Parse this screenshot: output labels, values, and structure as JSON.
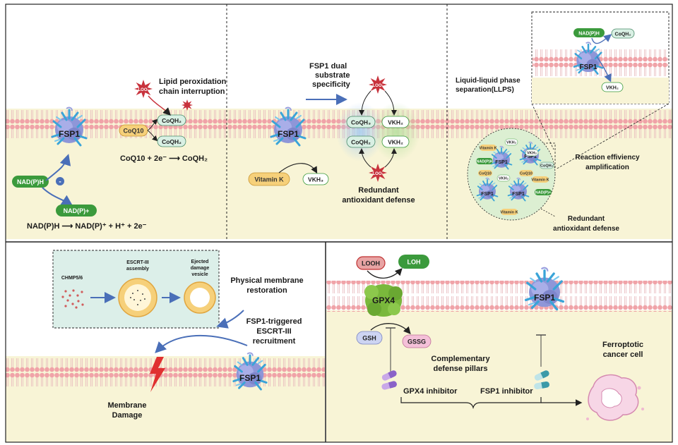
{
  "colors": {
    "membrane_head": "#f0a3a8",
    "cytoplasm": "#f8f4d6",
    "green_pill": "#3b9a3c",
    "coq_pill": "#d9f0e4",
    "orange_pill": "#f6d07a",
    "star": "#c8323c",
    "arrow_blue": "#4a6fb8",
    "lavender": "#c6c0ea",
    "gsh": "#cdd4f2",
    "gssg": "#f4c0d8",
    "cancer_cell": "#f7d6e6",
    "escrt_box": "#dcefe9",
    "panel_border": "#222222"
  },
  "icons": [
    "fsp1-protein-icon",
    "gpx4-protein-icon",
    "star-loo-icon",
    "lightning-damage-icon",
    "inhibitor-capsule-icon",
    "escrt-vesicle-icon",
    "cancer-cell-icon"
  ],
  "panel1": {
    "protein": "FSP1",
    "nadph": "NAD(P)H",
    "nadp": "NAD(P)+",
    "minus": "-",
    "coq10": "CoQ10",
    "coqh2_top": "CoQH₂",
    "coqh2_bottom": "CoQH₂",
    "loo": "LOO·",
    "lipid_line1": "Lipid peroxidation",
    "lipid_line2": "chain interruption",
    "eq_coq": "CoQ10 + 2e⁻ ⟶ CoQH₂",
    "eq_nad": "NAD(P)H ⟶ NAD(P)⁺ + H⁺ + 2e⁻"
  },
  "panel2": {
    "title_line1": "FSP1 dual",
    "title_line2": "substrate",
    "title_line3": "specificity",
    "protein": "FSP1",
    "loo_top": "LOO·",
    "loo_bottom": "LOO·",
    "coqh3": "CoQH₃",
    "coqh2": "CoQH₂",
    "vkh2_top": "VKH₂",
    "vkh2_bottom": "VKH₂",
    "vitamin_k": "Vitamin K",
    "vkh3": "VKH₃",
    "defense_line1": "Redundant",
    "defense_line2": "antioxidant defense"
  },
  "panel3": {
    "llps_line1": "Liquid-liquid phase",
    "llps_line2": "separation(LLPS)",
    "inset_nadph": "NAD(P)H",
    "inset_coqh2": "CoQH₂",
    "inset_protein": "FSP1",
    "inset_vkh2": "VKH₂",
    "droplet_labels": [
      "Vitamin K",
      "VKH₂",
      "NAD(P)H",
      "CoQ10",
      "VKH₂",
      "VKH₂",
      "CoQH₂",
      "CoQ10",
      "Vitamin K",
      "NAD(P)+",
      "Vitamin K"
    ],
    "droplet_proteins": [
      "FSP1",
      "FSP1",
      "FSP1",
      "FSP1"
    ],
    "amp_line1": "Reaction effiviency",
    "amp_line2": "amplification",
    "defense_line1": "Redundant",
    "defense_line2": "antioxidant defense"
  },
  "panel4": {
    "chmp": "CHMP5/6",
    "escrt_line1": "ESCRT-III",
    "escrt_line2": "assembly",
    "ejected_line1": "Ejected",
    "ejected_line2": "damage",
    "ejected_line3": "vesicle",
    "restoration_line1": "Physical membrane",
    "restoration_line2": "restoration",
    "recruit_line1": "FSP1-triggered",
    "recruit_line2": "ESCRT-III",
    "recruit_line3": "recruitment",
    "damage_line1": "Membrane",
    "damage_line2": "Damage",
    "protein": "FSP1"
  },
  "panel5": {
    "looh": "LOOH",
    "loh": "LOH",
    "gpx4": "GPX4",
    "fsp1": "FSP1",
    "gsh": "GSH",
    "gssg": "GSSG",
    "pillars_line1": "Complementary",
    "pillars_line2": "defense pillars",
    "gpx4_inhibitor": "GPX4 inhibitor",
    "fsp1_inhibitor": "FSP1 inhibitor",
    "cancer_line1": "Ferroptotic",
    "cancer_line2": "cancer cell"
  }
}
